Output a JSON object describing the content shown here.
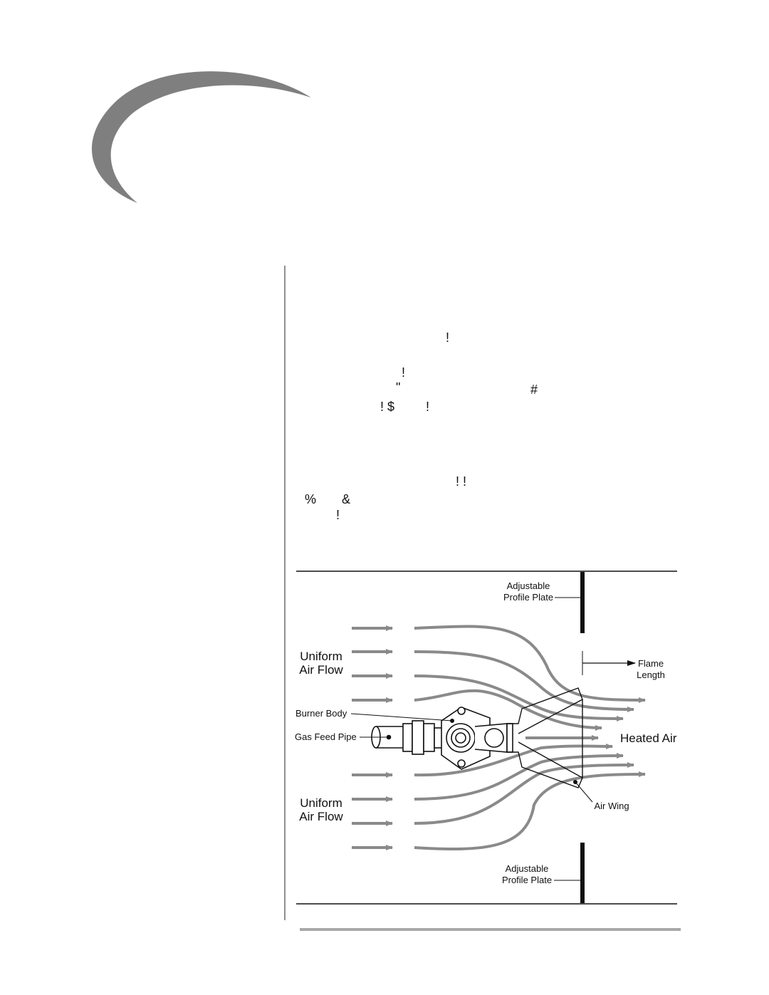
{
  "body_glyphs": [
    "!",
    "!",
    "\"",
    "#",
    "! $",
    "!",
    "! !",
    "%",
    "&",
    "!"
  ],
  "diagram": {
    "labels": {
      "profile_plate_top_line1": "Adjustable",
      "profile_plate_top_line2": "Profile Plate",
      "profile_plate_bottom_line1": "Adjustable",
      "profile_plate_bottom_line2": "Profile Plate",
      "uniform_top_line1": "Uniform",
      "uniform_top_line2": "Air Flow",
      "uniform_bottom_line1": "Uniform",
      "uniform_bottom_line2": "Air Flow",
      "flame_line1": "Flame",
      "flame_line2": "Length",
      "burner_body": "Burner Body",
      "gas_feed_pipe": "Gas Feed Pipe",
      "heated_air": "Heated Air",
      "air_wing": "Air Wing"
    },
    "colors": {
      "arrow": "#8a8a8a",
      "line": "#111111",
      "swoosh": "#7f7f7f",
      "footer_rule": "#a8a8a8"
    }
  }
}
